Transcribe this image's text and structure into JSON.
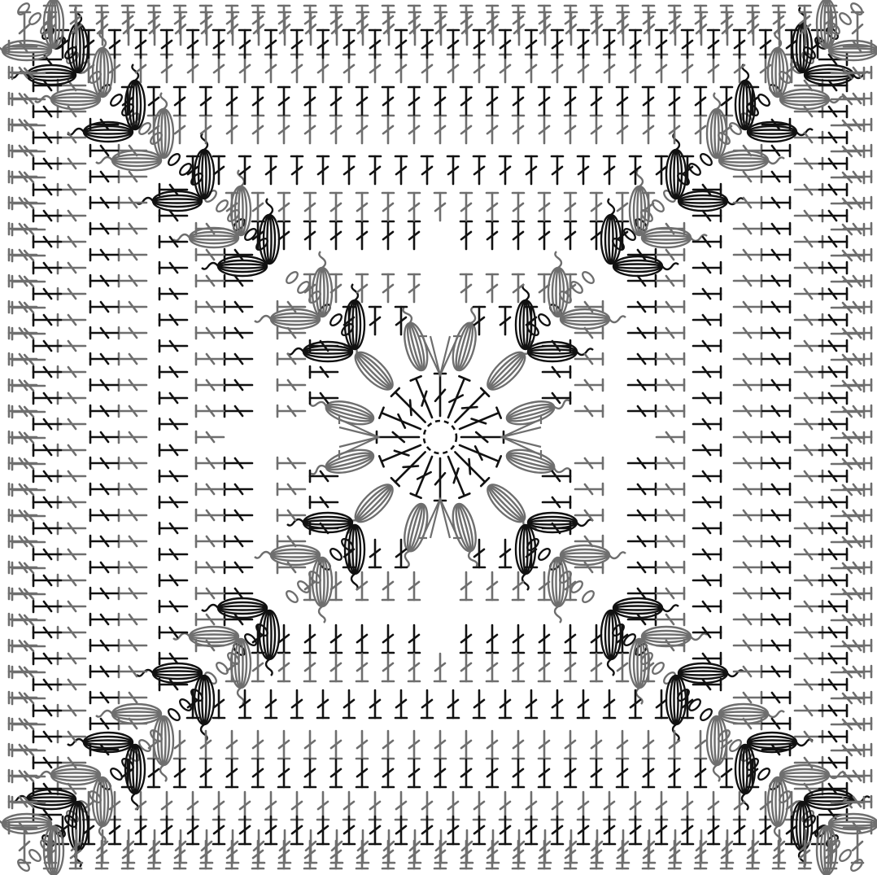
{
  "diagram": {
    "kind": "crochet-granny-square-chart",
    "rounds": 12,
    "colors": {
      "dark": "#111111",
      "light": "#6e6e6e",
      "background": "#ffffff"
    },
    "legend_symbols": [
      "magic-ring",
      "chain",
      "slip-stitch",
      "double-crochet",
      "treble-crochet",
      "bobble-stitch"
    ],
    "round_colors": [
      "dark",
      "light",
      "dark",
      "light",
      "dark",
      "light",
      "dark",
      "light",
      "dark",
      "light",
      "dark",
      "light"
    ]
  }
}
